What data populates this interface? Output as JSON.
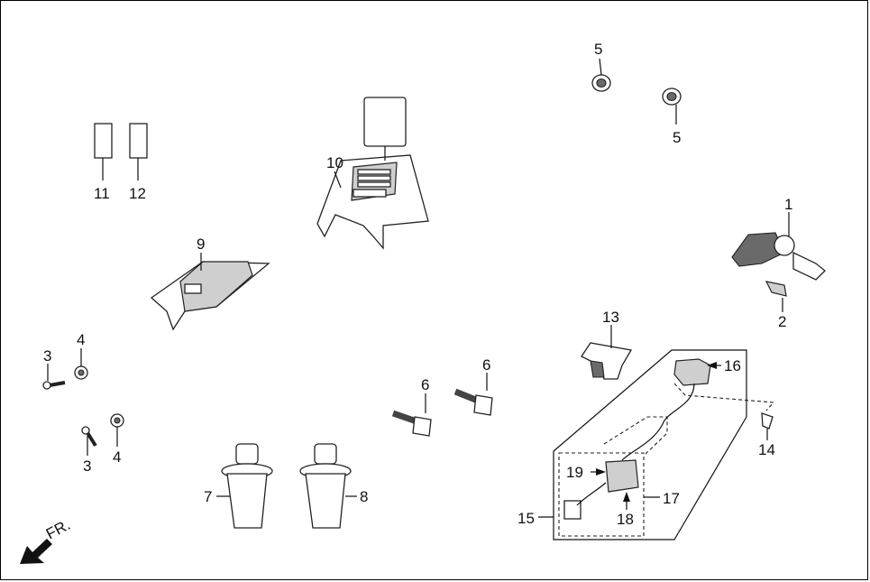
{
  "labels": {
    "p1": "1",
    "p2": "2",
    "p3a": "3",
    "p3b": "3",
    "p4a": "4",
    "p4b": "4",
    "p5a": "5",
    "p5b": "5",
    "p6a": "6",
    "p6b": "6",
    "p7": "7",
    "p8": "8",
    "p9": "9",
    "p10": "10",
    "p11": "11",
    "p12": "12",
    "p13": "13",
    "p14": "14",
    "p15": "15",
    "p16": "16",
    "p17": "17",
    "p18": "18",
    "p19": "19"
  },
  "direction": "FR."
}
